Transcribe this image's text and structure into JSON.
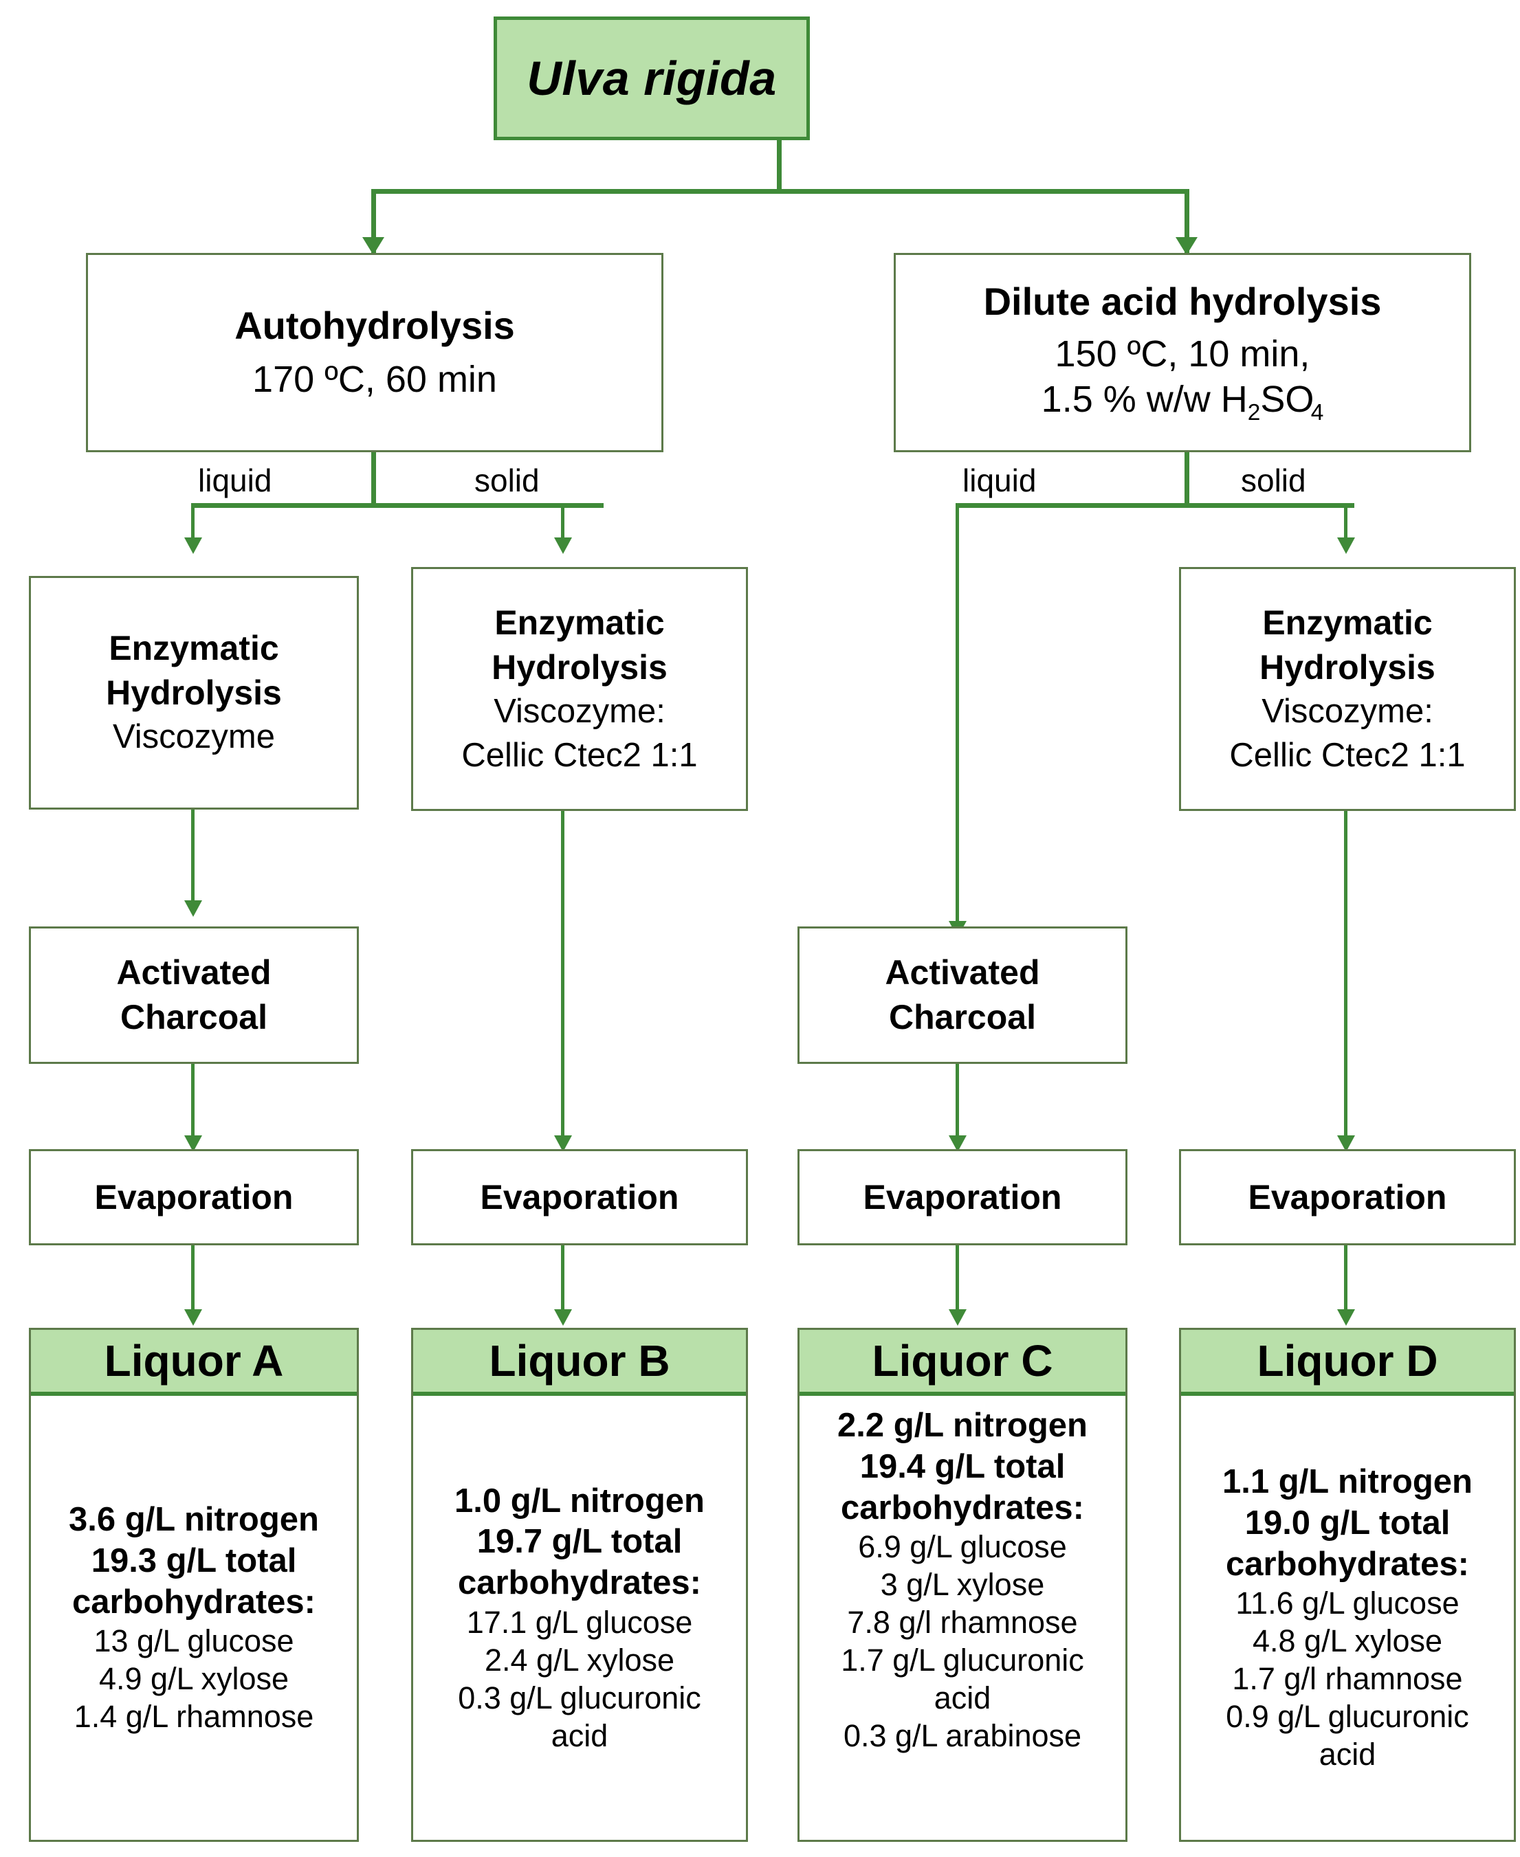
{
  "diagram": {
    "title_box": {
      "label": "Ulva rigida"
    },
    "branches": [
      {
        "id": "autohydrolysis",
        "title": "Autohydrolysis",
        "lines": [
          "170 ºC, 60 min"
        ],
        "edge_labels": {
          "liquid": "liquid",
          "solid": "solid"
        }
      },
      {
        "id": "dilute-acid-hydrolysis",
        "title": "Dilute acid hydrolysis",
        "lines": [
          "150 ºC, 10 min,",
          "1.5 % w/w H2SO4"
        ],
        "edge_labels": {
          "liquid": "liquid",
          "solid": "solid"
        }
      }
    ],
    "enzymatic": [
      {
        "id": "enz-a",
        "title_lines": [
          "Enzymatic",
          "Hydrolysis"
        ],
        "detail_lines": [
          "Viscozyme"
        ]
      },
      {
        "id": "enz-b",
        "title_lines": [
          "Enzymatic",
          "Hydrolysis"
        ],
        "detail_lines": [
          "Viscozyme:",
          "Cellic Ctec2  1:1"
        ]
      },
      {
        "id": "enz-d",
        "title_lines": [
          "Enzymatic",
          "Hydrolysis"
        ],
        "detail_lines": [
          "Viscozyme:",
          "Cellic Ctec2  1:1"
        ]
      }
    ],
    "charcoal": [
      {
        "id": "charcoal-a",
        "lines": [
          "Activated",
          "Charcoal"
        ]
      },
      {
        "id": "charcoal-c",
        "lines": [
          "Activated",
          "Charcoal"
        ]
      }
    ],
    "evaporation": [
      {
        "id": "evap-a",
        "label": "Evaporation"
      },
      {
        "id": "evap-b",
        "label": "Evaporation"
      },
      {
        "id": "evap-c",
        "label": "Evaporation"
      },
      {
        "id": "evap-d",
        "label": "Evaporation"
      }
    ],
    "liquors": [
      {
        "id": "liquor-a",
        "header": "Liquor A",
        "bold_lines": [
          "3.6 g/L nitrogen",
          "19.3 g/L total",
          "carbohydrates:"
        ],
        "plain_lines": [
          "13 g/L glucose",
          "4.9 g/L xylose",
          "1.4 g/L rhamnose"
        ]
      },
      {
        "id": "liquor-b",
        "header": "Liquor B",
        "bold_lines": [
          "1.0 g/L nitrogen",
          "19.7 g/L total",
          "carbohydrates:"
        ],
        "plain_lines": [
          "17.1 g/L glucose",
          "2.4 g/L xylose",
          "0.3 g/L glucuronic",
          "acid"
        ]
      },
      {
        "id": "liquor-c",
        "header": "Liquor C",
        "bold_lines": [
          "2.2 g/L nitrogen",
          "19.4 g/L total",
          "carbohydrates:"
        ],
        "plain_lines": [
          "6.9 g/L glucose",
          "3 g/L xylose",
          "7.8 g/l rhamnose",
          "1.7 g/L glucuronic",
          "acid",
          "0.3 g/L arabinose"
        ]
      },
      {
        "id": "liquor-d",
        "header": "Liquor D",
        "bold_lines": [
          "1.1 g/L nitrogen",
          "19.0 g/L total",
          "carbohydrates:"
        ],
        "plain_lines": [
          "11.6 g/L glucose",
          "4.8 g/L xylose",
          "1.7 g/l rhamnose",
          "0.9 g/L glucuronic",
          "acid"
        ]
      }
    ],
    "colors": {
      "accent_green": "#3f8a38",
      "fill_green": "#b9e0aa",
      "box_border": "#5d7a4a",
      "text": "#000000",
      "background": "#ffffff"
    }
  }
}
